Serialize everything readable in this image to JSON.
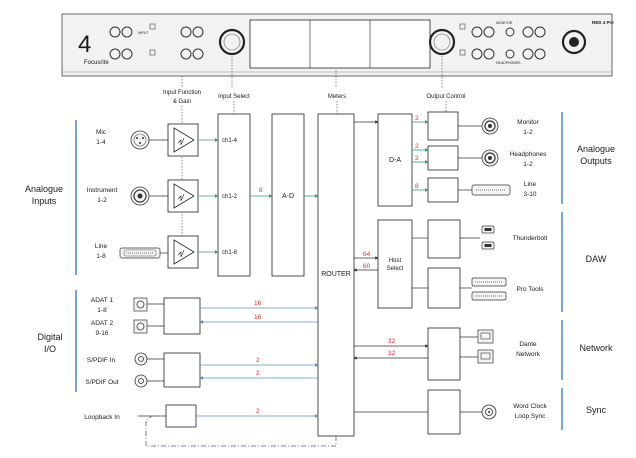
{
  "header": {
    "input_function": "Input Function",
    "and_gain": "& Gain",
    "input_select": "Input Select",
    "meters": "Meters",
    "output_control": "Output Control"
  },
  "device": {
    "logo_number": "4",
    "logo_name": "Focusrite",
    "model": "RED 4 Pre",
    "front_labels": [
      "INPUT",
      "MONITOR",
      "HEADPHONES"
    ]
  },
  "groups": {
    "analogue_inputs": [
      "Analogue",
      "Inputs"
    ],
    "digital_io": [
      "Digital",
      "I/O"
    ],
    "analogue_outputs": [
      "Analogue",
      "Outputs"
    ],
    "daw": "DAW",
    "network": "Network",
    "sync": "Sync"
  },
  "inputs": {
    "mic": [
      "Mic",
      "1-4"
    ],
    "instrument": [
      "Instrument",
      "1-2"
    ],
    "line": [
      "Line",
      "1-8"
    ],
    "adat1": [
      "ADAT 1",
      "1-8"
    ],
    "adat2": [
      "ADAT 2",
      "9-16"
    ],
    "spdif_in": "S/PDIF In",
    "spdif_out": "S/PDIF Out",
    "loopback": "Loopback In"
  },
  "channels": {
    "ch14": "ch1-4",
    "ch12": "ch1-2",
    "ch18": "ch1-8"
  },
  "blocks": {
    "ad": "A-D",
    "router": "ROUTER",
    "da": "D-A",
    "host_select": [
      "Host",
      "Select"
    ]
  },
  "outputs": {
    "monitor": [
      "Monitor",
      "1-2"
    ],
    "headphones": [
      "Headphones",
      "1-2"
    ],
    "line": [
      "Line",
      "3-10"
    ],
    "thunderbolt": "Thunderbolt",
    "protools": "Pro Tools",
    "dante": [
      "Dante",
      "Network"
    ],
    "wordclock": [
      "Word Clock",
      "Loop Sync"
    ]
  },
  "counts": {
    "ad_in": "8",
    "adat_out": "16",
    "adat_in": "16",
    "spdif_out": "2",
    "spdif_in": "2",
    "loopback": "2",
    "host_out": "64",
    "host_in": "60",
    "dante_out": "32",
    "dante_in": "32",
    "monitor": "2",
    "headphones_a": "2",
    "headphones_b": "2",
    "line": "8"
  },
  "colors": {
    "accent_blue": "#3d7fc2",
    "count_red": "#d0342c",
    "device_panel": "#f2f2f2"
  }
}
